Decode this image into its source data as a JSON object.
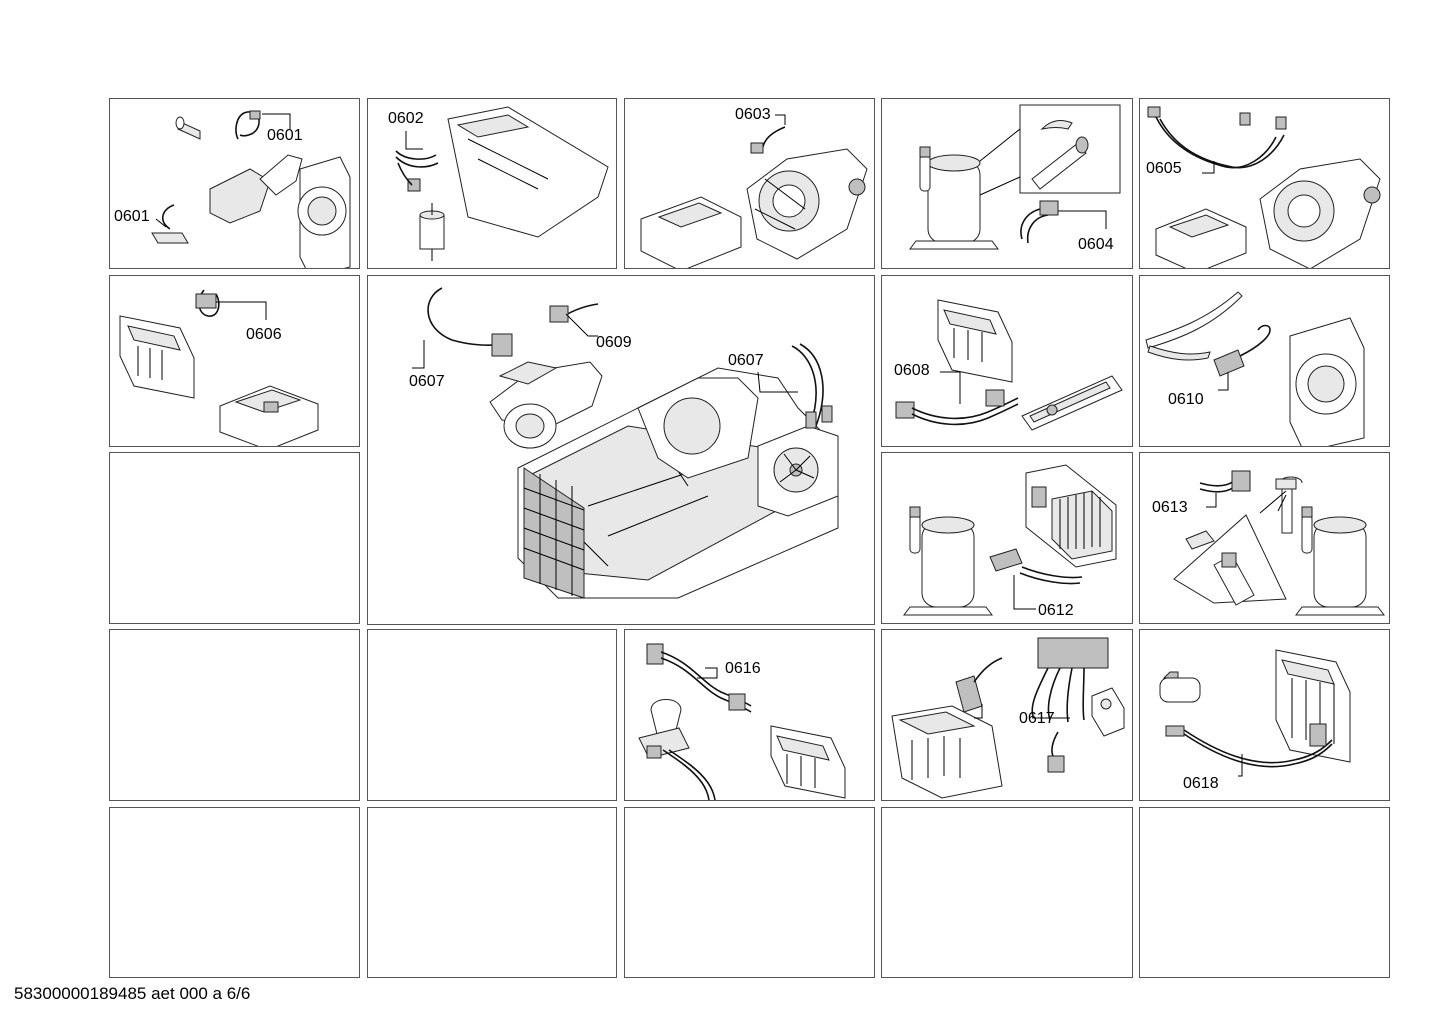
{
  "footer": {
    "doc_id": "58300000189485 aet 000 a 6/6"
  },
  "labels": {
    "c0601_top": "0601",
    "c0601_left": "0601",
    "c0602": "0602",
    "c0603": "0603",
    "c0604": "0604",
    "c0605": "0605",
    "c0606": "0606",
    "c0607_left": "0607",
    "c0609": "0609",
    "c0607_right": "0607",
    "c0608": "0608",
    "c0610": "0610",
    "c0612": "0612",
    "c0613": "0613",
    "c0616": "0616",
    "c0617": "0617",
    "c0618": "0618"
  }
}
